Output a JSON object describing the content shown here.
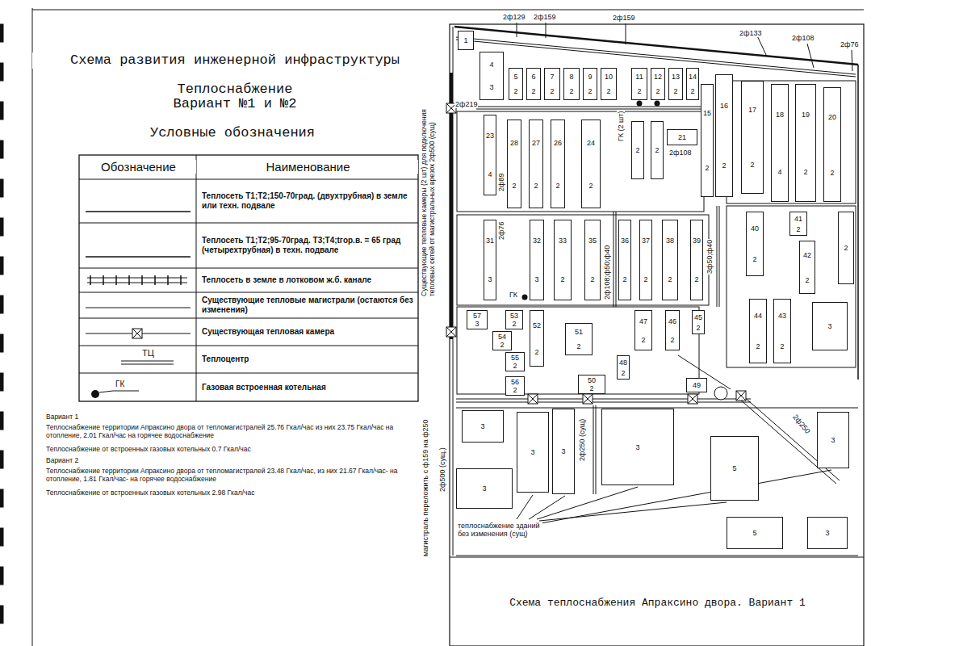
{
  "diagram": {
    "title": "Схема развития инженерной инфраструктуры",
    "caption": "Схема теплоснабжения Апраксино двора. Вариант 1",
    "nodes": [
      {
        "text": [
          "1"
        ]
      },
      {
        "text": [
          "4",
          "3"
        ]
      },
      {
        "text": [
          "5",
          "2"
        ]
      },
      {
        "text": [
          "6",
          "2"
        ]
      },
      {
        "text": [
          "7",
          "2"
        ]
      },
      {
        "text": [
          "8",
          "2"
        ]
      },
      {
        "text": [
          "9",
          "2"
        ]
      },
      {
        "text": [
          "10",
          "2"
        ]
      },
      {
        "text": [
          "11",
          "2"
        ]
      },
      {
        "text": [
          "12",
          "2"
        ]
      },
      {
        "text": [
          "13",
          "2"
        ]
      },
      {
        "text": [
          "14",
          "2"
        ]
      },
      {
        "text": [
          "15",
          "2"
        ]
      },
      {
        "text": [
          "16",
          "2"
        ]
      },
      {
        "text": [
          "17",
          "2"
        ]
      },
      {
        "text": [
          "18",
          "4"
        ]
      },
      {
        "text": [
          "19",
          "2"
        ]
      },
      {
        "text": [
          "20",
          "2"
        ]
      },
      {
        "text": [
          "21"
        ]
      },
      {
        "text": [
          "23",
          "4"
        ]
      },
      {
        "text": [
          "28",
          "2"
        ]
      },
      {
        "text": [
          "27",
          "2"
        ]
      },
      {
        "text": [
          "26",
          "2"
        ]
      },
      {
        "text": [
          "24",
          "2"
        ]
      },
      {
        "text": [
          "2"
        ]
      },
      {
        "text": [
          "2"
        ]
      },
      {
        "text": [
          "31",
          "3"
        ]
      },
      {
        "text": [
          "32",
          "3"
        ]
      },
      {
        "text": [
          "33",
          "2"
        ]
      },
      {
        "text": [
          "35",
          "2"
        ]
      },
      {
        "text": [
          "36",
          "2"
        ]
      },
      {
        "text": [
          "37",
          "2"
        ]
      },
      {
        "text": [
          "38",
          "2"
        ]
      },
      {
        "text": [
          "39",
          "2"
        ]
      },
      {
        "text": [
          "40",
          "2"
        ]
      },
      {
        "text": [
          "41",
          "2"
        ]
      },
      {
        "text": [
          "42",
          "2"
        ]
      },
      {
        "text": [
          "2"
        ]
      },
      {
        "text": [
          "44",
          "2"
        ]
      },
      {
        "text": [
          "43",
          "2"
        ]
      },
      {
        "text": [
          "3"
        ]
      },
      {
        "text": [
          "57",
          "3"
        ]
      },
      {
        "text": [
          "53",
          "2"
        ]
      },
      {
        "text": [
          "52",
          "2"
        ]
      },
      {
        "text": [
          "54",
          "2"
        ]
      },
      {
        "text": [
          "55",
          "2"
        ]
      },
      {
        "text": [
          "56",
          "2"
        ]
      },
      {
        "text": [
          "51",
          "2"
        ]
      },
      {
        "text": [
          "50",
          "2"
        ]
      },
      {
        "text": [
          "47",
          "2"
        ]
      },
      {
        "text": [
          "46",
          "2"
        ]
      },
      {
        "text": [
          "45",
          "2"
        ]
      },
      {
        "text": [
          "48",
          "2"
        ]
      },
      {
        "text": [
          "49"
        ]
      },
      {
        "text": [
          "3"
        ]
      },
      {
        "text": [
          "3"
        ]
      },
      {
        "text": [
          "3"
        ]
      },
      {
        "text": [
          "3"
        ]
      },
      {
        "text": [
          "5"
        ]
      },
      {
        "text": [
          "3"
        ]
      },
      {
        "text": [
          "5"
        ]
      },
      {
        "text": [
          "3"
        ]
      },
      {
        "text": [
          "3"
        ]
      }
    ],
    "labels": [
      "Теплоснабжение",
      "Вариант №1 и №2",
      "Условные обозначения",
      "Обозначение",
      "Наименование",
      "ТЦ",
      "ГК",
      "Вариант 1",
      "Теплоснабжение территории Апраксино двора от тепломагистралей 25.76 Гкал/час из них 23.75 Гкал/час на отопление, 2.01 Гкал/час на горячее водоснабжение",
      "Теплоснабжение от встроенных газовых котельных 0.7 Гкал/час",
      "Вариант 2",
      "Теплоснабжение территории Апраксино двора от тепломагистралей 23.48 Гкал/час, из них 21.67 Гкал/час- на отопление, 1.81 Гкал/час- на горячее водоснабжение",
      "Теплоснабжение от встроенных газовых котельных 2.98 Гкал/час",
      "2ф129",
      "2ф159",
      "2ф159",
      "2ф133",
      "2ф108",
      "2ф76",
      "2ф219",
      "ГК (2 шт)",
      "2ф108",
      "2ф89",
      "2ф76",
      "2ф108;ф50;ф40",
      "3ф50;ф40",
      "ГК",
      "Существующие тепловые камеры (2 шт) для подключения тепловых сетей от магистральных врезок 2ф500 (сущ)",
      "магистраль переложить с ф159 на ф250",
      "2ф500 (сущ.)",
      "2ф250 (сущ)",
      "2ф250",
      "теплоснабжение зданий без изменения (сущ)"
    ],
    "legend": [
      {
        "text": "Теплосеть Т1;Т2;150-70град. (двухтрубная) в земле или техн. подвале"
      },
      {
        "text": "Теплосеть Т1;Т2;95-70град. Т3;Т4;tгор.в. = 65 град (четырехтрубная) в техн. подвале"
      },
      {
        "text": "Теплосеть в земле в лотковом ж.б. канале"
      },
      {
        "text": "Существующие тепловые магистрали (остаются без изменения)"
      },
      {
        "text": "Существующая тепловая камера"
      },
      {
        "text": "Теплоцентр"
      },
      {
        "text": "Газовая встроенная котельная"
      }
    ]
  }
}
